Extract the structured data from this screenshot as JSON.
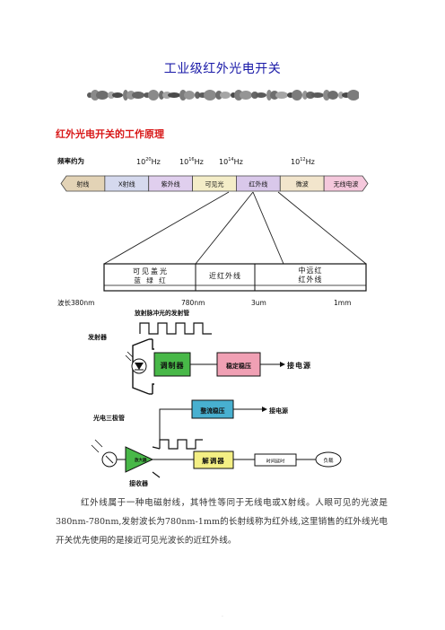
{
  "title": "工业级红外光电开关",
  "section_heading": "红外光电开关的工作原理",
  "spectrum": {
    "freq_label": "频率约为",
    "freqs": [
      {
        "base": "10",
        "exp": "20",
        "unit": "Hz"
      },
      {
        "base": "10",
        "exp": "16",
        "unit": "Hz"
      },
      {
        "base": "10",
        "exp": "14",
        "unit": "Hz"
      },
      {
        "base": "10",
        "exp": "12",
        "unit": "Hz"
      }
    ],
    "bands": [
      {
        "label": "射线",
        "color": "#e3d3b6"
      },
      {
        "label": "X射线",
        "color": "#d5d9ee"
      },
      {
        "label": "紫外线",
        "color": "#e0cfee"
      },
      {
        "label": "可见光",
        "color": "#f4edc8"
      },
      {
        "label": "红外线",
        "color": "#d9c8ea"
      },
      {
        "label": "微波",
        "color": "#f2e5cc"
      },
      {
        "label": "无线电波",
        "color": "#f5c8dc"
      }
    ],
    "detail": {
      "visible_title": "可见盖光",
      "visible_colors": "蓝  绿  红",
      "near_ir": "近红外线",
      "mid_ir_line1": "中远红",
      "mid_ir_line2": "红外线"
    },
    "wavelengths": {
      "prefix": "波长",
      "w1": "380nm",
      "w2": "780nm",
      "w3": "3um",
      "w4": "1mm"
    }
  },
  "circuit": {
    "pulse_label": "放射脉冲光的发射管",
    "emitter_label": "发射器",
    "modulator": "调制器",
    "regulator_top": "稳定稳压",
    "power_top": "接电源",
    "phototransistor_label": "光电三极管",
    "regulator_mid": "整流稳压",
    "power_mid": "接电源",
    "amp": "放大器",
    "demod": "解调器",
    "timer": "时间延时",
    "output": "负载",
    "receiver_label": "接收器",
    "colors": {
      "modulator": "#48b848",
      "regulator": "#f0a0b4",
      "reg_mid": "#48b0d0",
      "demod": "#f4ef84",
      "amp": "#48b848"
    }
  },
  "body_text": "红外线属于一种电磁射线，其特性等同于无线电或X射线。人眼可见的光波是380nm-780nm,发射波长为780nm-1mm的长射线称为红外线,这里销售的红外线光电开关优先使用的是接近可见光波长的近红外线。",
  "footer_mark": "·"
}
